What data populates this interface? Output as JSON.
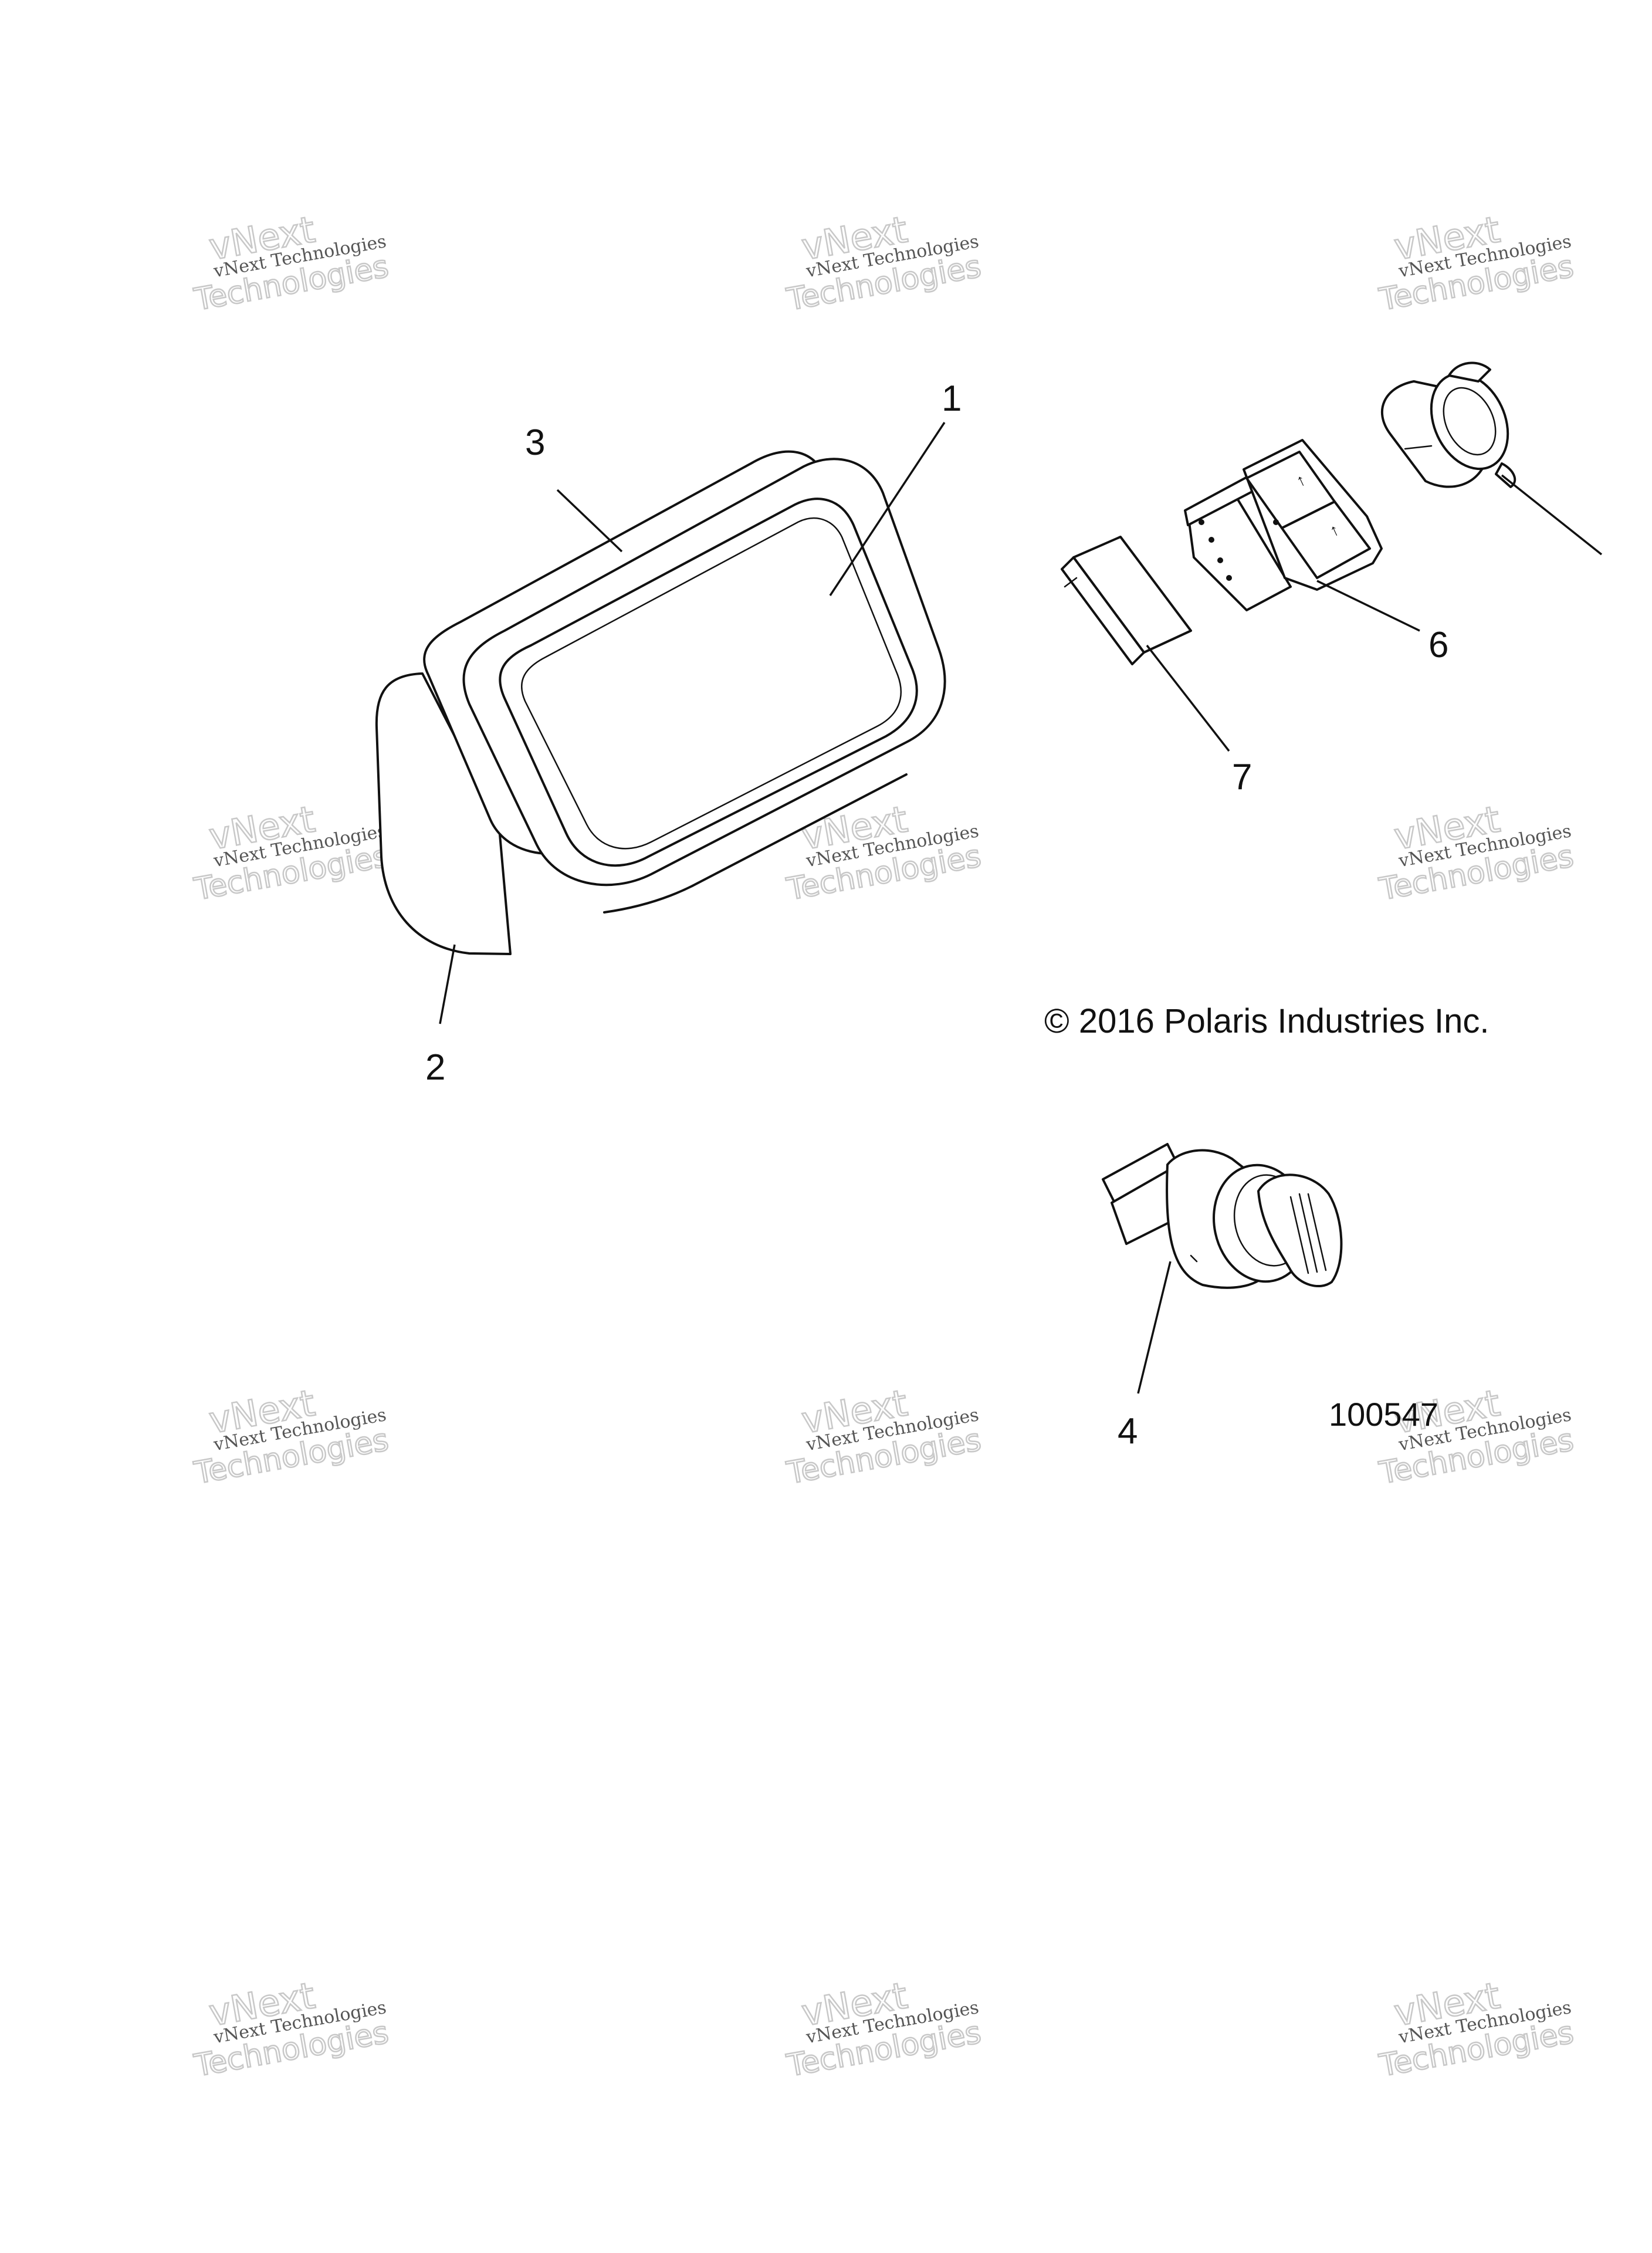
{
  "callouts": {
    "c1": "1",
    "c2": "2",
    "c3": "3",
    "c4": "4",
    "c6": "6",
    "c7": "7"
  },
  "copyright": "© 2016 Polaris Industries Inc.",
  "figure_number": "100547",
  "watermark": {
    "line1": "vNext Technologies",
    "line2": "vNext",
    "line3": "Technologies"
  },
  "parts": [
    {
      "callout": "1",
      "icon": "display-screen-icon"
    },
    {
      "callout": "2",
      "icon": "display-housing-icon"
    },
    {
      "callout": "3",
      "icon": "display-bezel-icon"
    },
    {
      "callout": "4",
      "icon": "ignition-switch-icon"
    },
    {
      "callout": "6",
      "icon": "rocker-switch-icon"
    },
    {
      "callout": "7",
      "icon": "label-decal-icon"
    },
    {
      "callout": "",
      "icon": "power-outlet-icon"
    }
  ]
}
